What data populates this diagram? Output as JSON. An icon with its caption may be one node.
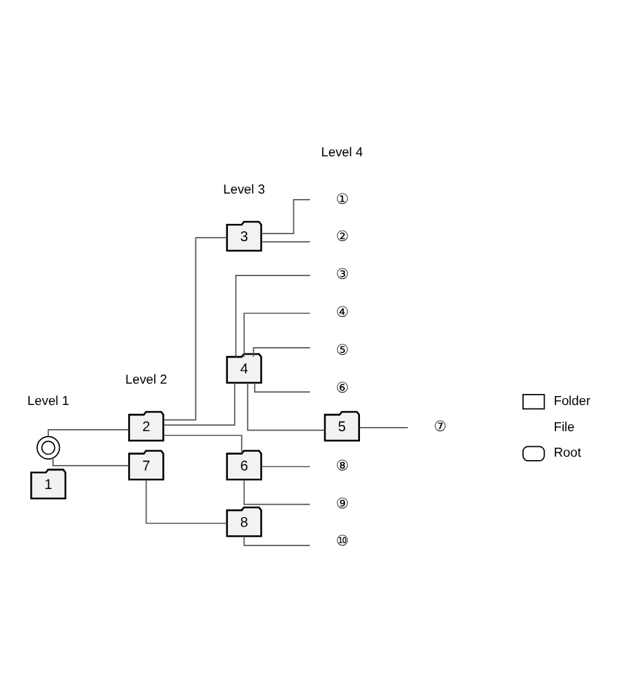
{
  "diagram": {
    "nodes": [
      {
        "text": [],
        "shape": "circle"
      },
      {
        "text": [
          "1"
        ]
      },
      {
        "text": [
          "2"
        ]
      },
      {
        "text": [
          "3"
        ]
      },
      {
        "text": [
          "①"
        ]
      },
      {
        "text": [
          "②"
        ]
      },
      {
        "text": [
          "4"
        ]
      },
      {
        "text": [
          "③"
        ]
      },
      {
        "text": [
          "④"
        ]
      },
      {
        "text": [
          "⑤"
        ]
      },
      {
        "text": [
          "⑥"
        ]
      },
      {
        "text": [
          "5"
        ]
      },
      {
        "text": [
          "⑦"
        ]
      },
      {
        "text": [
          "6"
        ]
      },
      {
        "text": [
          "⑧"
        ]
      },
      {
        "text": [
          "⑨"
        ]
      },
      {
        "text": [
          "7"
        ]
      },
      {
        "text": [
          "8"
        ]
      },
      {
        "text": [
          "⑩"
        ]
      }
    ],
    "edges": [
      {
        "from": 0,
        "to": 2,
        "arrow": "none"
      },
      {
        "from": 2,
        "to": 3,
        "arrow": "none"
      },
      {
        "from": 3,
        "to": 4,
        "arrow": "none"
      },
      {
        "from": 3,
        "to": 5,
        "arrow": "none"
      },
      {
        "from": 2,
        "to": 6,
        "arrow": "none"
      },
      {
        "from": 6,
        "to": 7,
        "arrow": "none"
      },
      {
        "from": 6,
        "to": 8,
        "arrow": "none"
      },
      {
        "from": 6,
        "to": 9,
        "arrow": "none"
      },
      {
        "from": 6,
        "to": 10,
        "arrow": "none"
      },
      {
        "from": 6,
        "to": 11,
        "arrow": "none"
      },
      {
        "from": 11,
        "to": 12,
        "arrow": "none"
      },
      {
        "from": 2,
        "to": 13,
        "arrow": "none"
      },
      {
        "from": 13,
        "to": 14,
        "arrow": "none"
      },
      {
        "from": 13,
        "to": 15,
        "arrow": "none"
      },
      {
        "from": 0,
        "to": 16,
        "arrow": "none"
      },
      {
        "from": 16,
        "to": 17,
        "arrow": "none"
      },
      {
        "from": 17,
        "to": 18,
        "arrow": "none"
      }
    ],
    "labels": [
      "Level 1",
      "Level 2",
      "Level 3",
      "Level 4"
    ],
    "legend": [
      {
        "text": "Folder"
      },
      {
        "text": "File"
      },
      {
        "text": "Root"
      }
    ]
  }
}
